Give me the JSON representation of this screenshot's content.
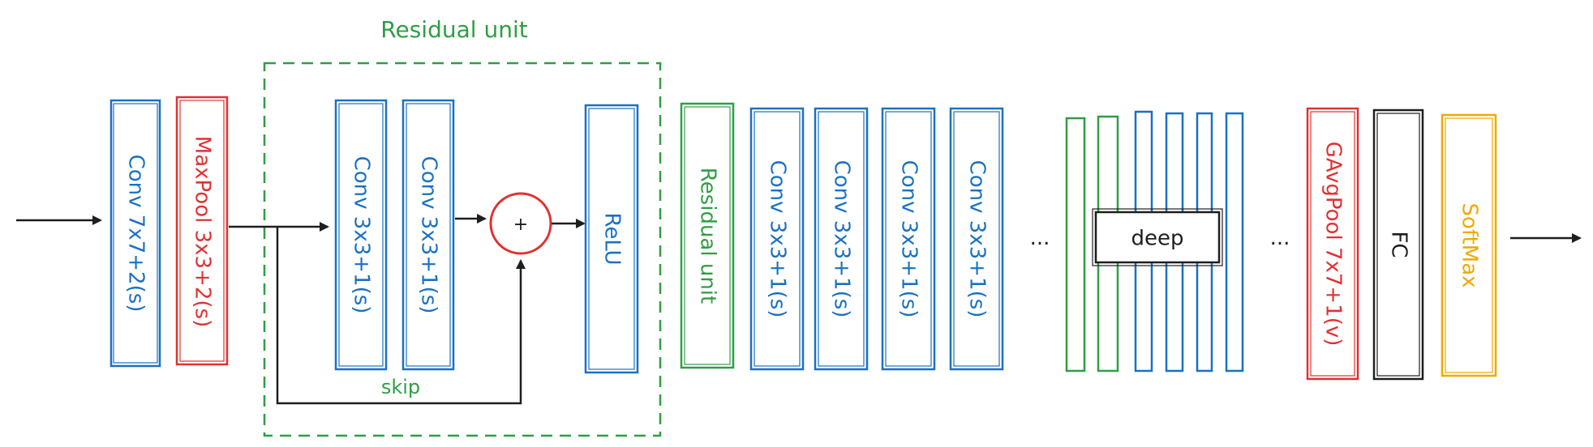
{
  "colors": {
    "blue": "#1971c2",
    "red": "#e03131",
    "green": "#2f9e44",
    "black": "#1e1e1e",
    "yellow": "#f0a800"
  },
  "residual_group": {
    "title": "Residual unit",
    "skip_label": "skip",
    "add_symbol": "+"
  },
  "blocks": {
    "conv7": "Conv 7x7+2(s)",
    "maxpool": "MaxPool 3x3+2(s)",
    "res_conv1": "Conv 3x3+1(s)",
    "res_conv2": "Conv 3x3+1(s)",
    "relu": "ReLU",
    "residual_unit": "Residual unit",
    "conv_a": "Conv 3x3+1(s)",
    "conv_b": "Conv 3x3+1(s)",
    "conv_c": "Conv 3x3+1(s)",
    "conv_d": "Conv 3x3+1(s)",
    "gavgpool": "GAvgPool 7x7+1(v)",
    "fc": "FC",
    "softmax": "SoftMax"
  },
  "ellipsis_left": "...",
  "ellipsis_right": "...",
  "deep_label": "deep"
}
